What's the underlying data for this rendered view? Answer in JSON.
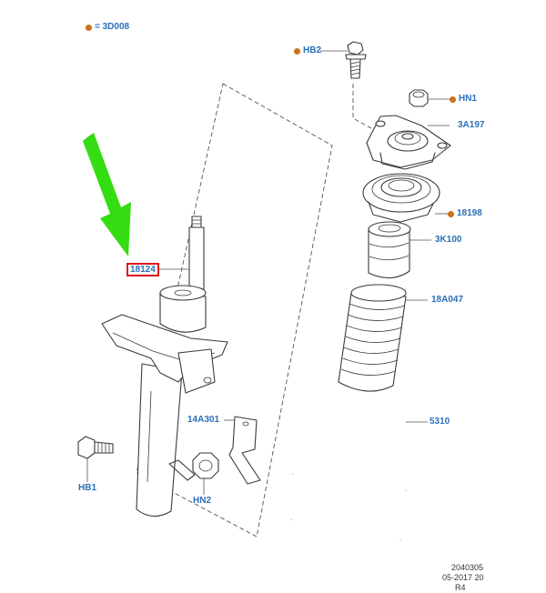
{
  "legend": {
    "text": "= 3D008",
    "dot_color": "#c8741e"
  },
  "callouts": {
    "hb2": "HB2",
    "hn1": "HN1",
    "a3a197": "3A197",
    "n18198": "18198",
    "k3k100": "3K100",
    "a18a047": "18A047",
    "n18124": "18124",
    "a14a301": "14A301",
    "n5310": "5310",
    "hb1": "HB1",
    "hn2": "HN2"
  },
  "footer": {
    "line1": "2040305",
    "line2": "05-2017 20",
    "line3": "R4"
  },
  "colors": {
    "label": "#2a6fb8",
    "highlight_box": "#e0141e",
    "arrow": "#33dd11",
    "dot": "#c8741e"
  }
}
